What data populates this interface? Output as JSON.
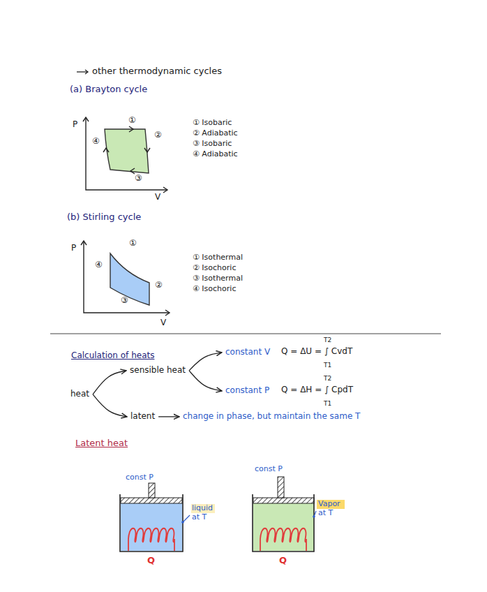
{
  "diagram": {
    "title": "other thermodynamic cycles",
    "nodes": [
      {
        "text": [
          "heat"
        ]
      },
      {
        "text": [
          "sensible heat"
        ]
      },
      {
        "text": [
          "latent"
        ]
      },
      {
        "text": [
          "constant V"
        ]
      },
      {
        "text": [
          "constant P"
        ]
      },
      {
        "text": [
          "change in phase, but maintain the same T"
        ]
      }
    ],
    "edges": [
      {
        "from": 0,
        "to": 1,
        "arrow": "to"
      },
      {
        "from": 0,
        "to": 2,
        "arrow": "to"
      },
      {
        "from": 1,
        "to": 3,
        "arrow": "to"
      },
      {
        "from": 1,
        "to": 4,
        "arrow": "to"
      },
      {
        "from": 2,
        "to": 5,
        "arrow": "to"
      }
    ],
    "labels": [
      "(a) Brayton cycle",
      "P",
      "V",
      "①",
      "②",
      "③",
      "④",
      "① Isobaric",
      "② Adiabatic",
      "③ Isobaric",
      "④ Adiabatic",
      "(b) Stirling cycle",
      "P",
      "V",
      "①",
      "②",
      "③",
      "④",
      "① Isothermal",
      "② Isochoric",
      "③ Isothermal",
      "④ Isochoric",
      "Calculation of heats",
      "Q = ΔU = ∫ CvdT",
      "T2",
      "T1",
      "Q = ΔH = ∫ CpdT",
      "T2",
      "T1",
      "Latent heat",
      "const P",
      "liquid at T",
      "Q",
      "const P",
      "Vapor at T",
      "Q"
    ]
  }
}
